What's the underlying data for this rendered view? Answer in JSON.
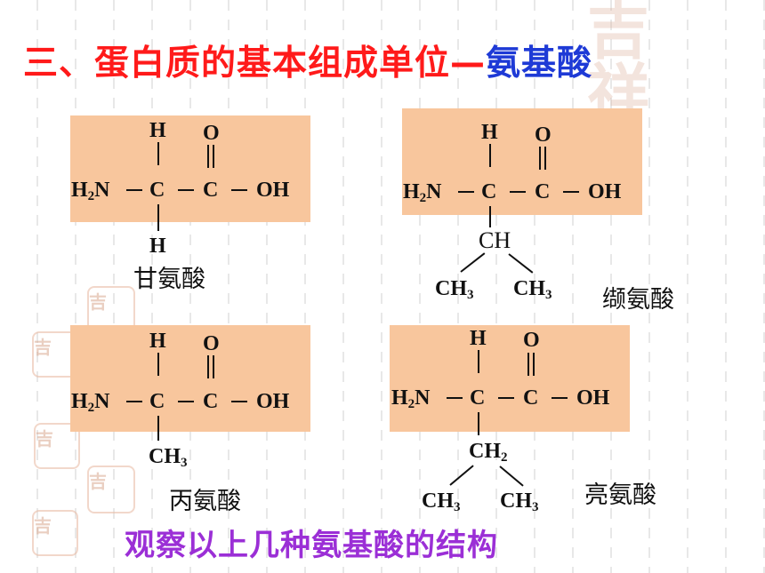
{
  "title": {
    "part1": "三、蛋白质的基本组成单位—",
    "part2": "氨基酸"
  },
  "atoms": {
    "H": "H",
    "O": "O",
    "C": "C",
    "OH": "OH",
    "N": "N",
    "CH": "CH",
    "CH3": "CH",
    "H2": "H",
    "sub2": "2",
    "sub3": "3"
  },
  "names": {
    "glycine": "甘氨酸",
    "valine": "缬氨酸",
    "alanine": "丙氨酸",
    "leucine": "亮氨酸"
  },
  "footer": "观察以上几种氨基酸的结构",
  "colors": {
    "title_red": "#ff1a1a",
    "title_blue": "#1e3ad6",
    "box": "#f8c69d",
    "footer": "#9b2fd6"
  }
}
